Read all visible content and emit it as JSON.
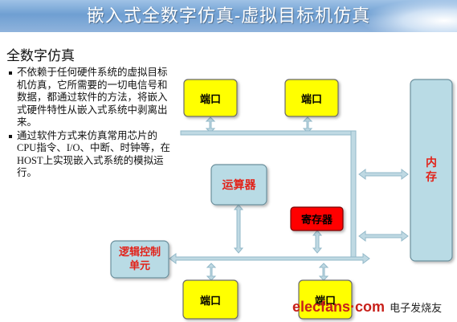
{
  "header": {
    "title": "嵌入式全数字仿真-虚拟目标机仿真"
  },
  "left_panel": {
    "section_title": "全数字仿真",
    "bullets": [
      "不依赖于任何硬件系统的虚拟目标机仿真，它所需要的一切电信号和数据，都通过软件的方法，将嵌入式硬件特性从嵌入式系统中剥离出来。",
      "通过软件方式来仿真常用芯片的CPU指令、I/O、中断、时钟等，在HOST上实现嵌入式系统的模拟运行。"
    ]
  },
  "diagram": {
    "nodes": {
      "port_top_left": "端口",
      "port_top_right": "端口",
      "port_bottom_left": "端口",
      "port_bottom_right": "端口",
      "memory": "内存",
      "alu": "运算器",
      "register": "寄存器",
      "logic_control": "逻辑控制单元"
    },
    "colors": {
      "port_fill": "#ffff00",
      "unit_fill": "#b9dbe5",
      "register_fill": "#ff0000",
      "arrow": "#bfd9e3",
      "text_red": "#e2231a"
    }
  },
  "watermark": {
    "logo": "elecfans·com",
    "cn": "电子发烧友"
  }
}
